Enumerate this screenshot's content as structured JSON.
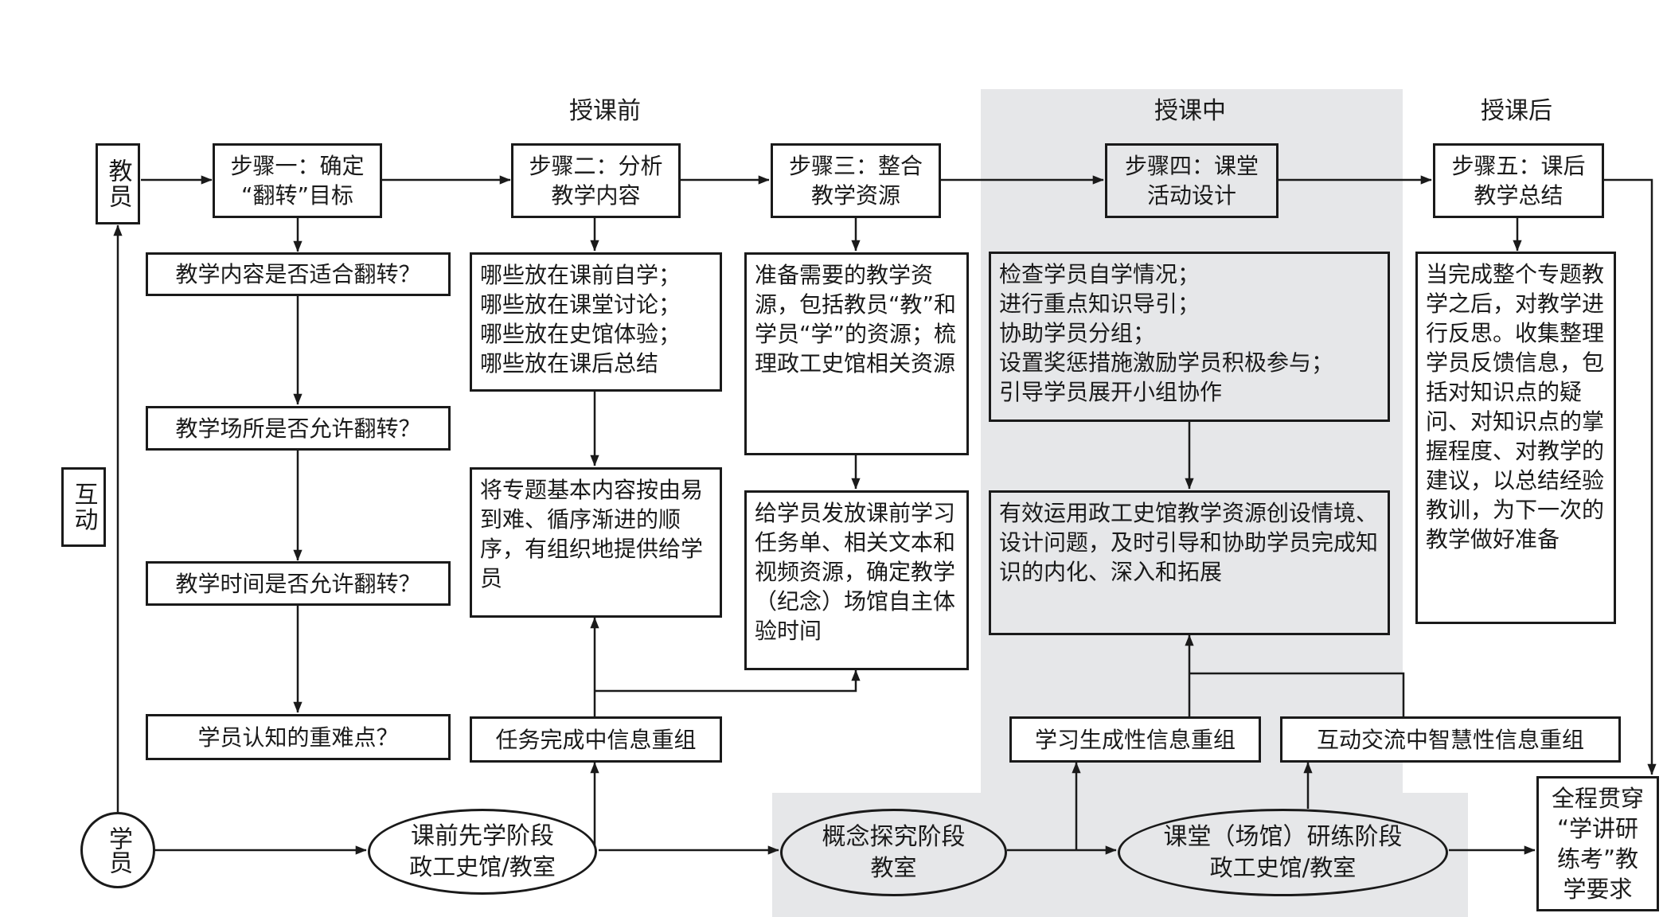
{
  "phases": {
    "before": "授课前",
    "during": "授课中",
    "after": "授课后"
  },
  "actors": {
    "teacher": "教员",
    "student": "学员",
    "interaction": "互动"
  },
  "steps": {
    "s1": "步骤一：确定\n“翻转”目标",
    "s2": "步骤二：分析\n教学内容",
    "s3": "步骤三：整合\n教学资源",
    "s4": "步骤四：课堂\n活动设计",
    "s5": "步骤五：课后\n教学总结"
  },
  "questions": {
    "q1": "教学内容是否适合翻转？",
    "q2": "教学场所是否允许翻转？",
    "q3": "教学时间是否允许翻转？",
    "q4": "学员认知的重难点？"
  },
  "details": {
    "s2_a": "哪些放在课前自学；\n哪些放在课堂讨论；\n哪些放在史馆体验；\n哪些放在课后总结",
    "s2_b": "将专题基本内容按由易到难、循序渐进的顺序，有组织地提供给学员",
    "s2_c": "任务完成中信息重组",
    "s3_a": "准备需要的教学资源，包括教员“教”和学员“学”的资源；梳理政工史馆相关资源",
    "s3_b": "给学员发放课前学习任务单、相关文本和视频资源，确定教学（纪念）场馆自主体验时间",
    "s4_a": "检查学员自学情况；\n进行重点知识导引；\n协助学员分组；\n设置奖惩措施激励学员积极参与；\n引导学员展开小组协作",
    "s4_b": "有效运用政工史馆教学资源创设情境、设计问题，及时引导和协助学员完成知识的内化、深入和拓展",
    "s4_c": "学习生成性信息重组",
    "s4_d": "互动交流中智慧性信息重组",
    "s5_a": "当完成整个专题教学之后，对教学进行反思。收集整理学员反馈信息，包括对知识点的疑问、对知识点的掌握程度、对教学的建议，以总结经验教训，为下一次的教学做好准备"
  },
  "stages": {
    "pre_title": "课前先学阶段",
    "pre_place": "政工史馆/教室",
    "concept_title": "概念探究阶段",
    "concept_place": "教室",
    "practice_title": "课堂（场馆）研练阶段",
    "practice_place": "政工史馆/教室"
  },
  "goal": "全程贯穿\n“学讲研\n练考”教\n学要求",
  "colors": {
    "shade": "#e6e7e9",
    "line": "#1a1a1a"
  }
}
